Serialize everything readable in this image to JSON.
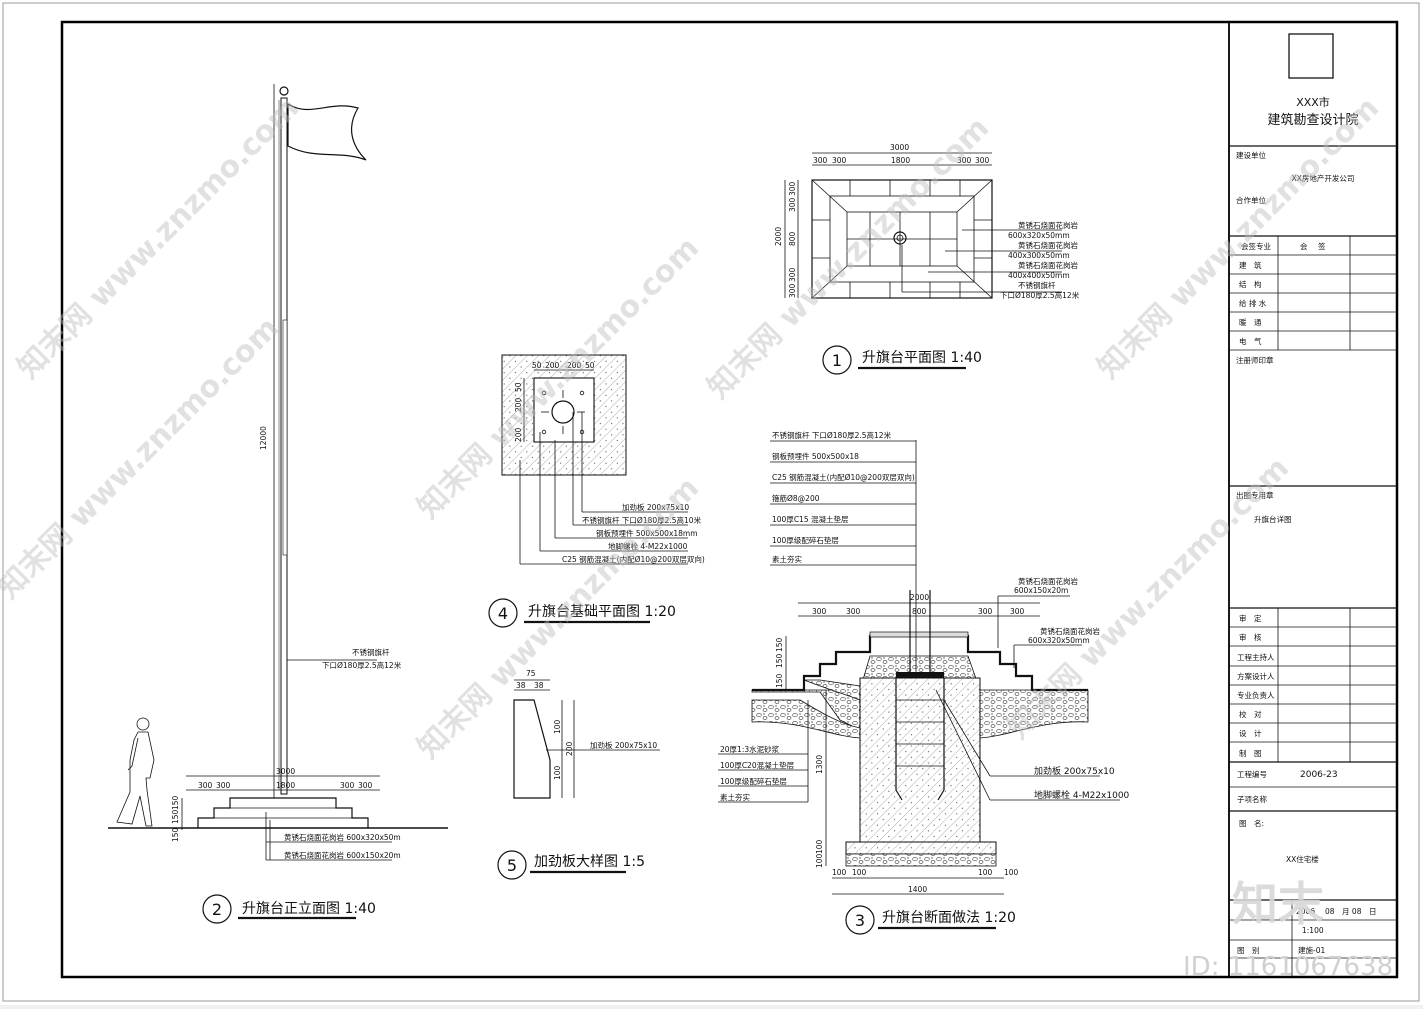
{
  "institute": {
    "name_line1": "XXX市",
    "name_line2": "建筑勘查设计院"
  },
  "title_block": {
    "construction_unit_label": "建设单位",
    "construction_unit_value": "XX房地产开发公司",
    "cooperation_unit_label": "合作单位",
    "signoff_header": [
      "会签专业",
      "会",
      "签"
    ],
    "signoff_rows": [
      "建　筑",
      "结　构",
      "给 排 水",
      "暖　通",
      "电　气"
    ],
    "registered_stamp": "注册师印章",
    "drawing_stamp_label": "出图专用章",
    "drawing_stamp_value": "升旗台详图",
    "approval_rows": [
      "审　定",
      "审　核",
      "工程主持人",
      "方案设计人",
      "专业负责人",
      "校　对",
      "设　计",
      "制　图"
    ],
    "project_no_label": "工程编号",
    "project_no_value": "2006-23",
    "subitem_label": "子项名称",
    "drawing_name_label": "图　名:",
    "drawing_name_value": "XX住宅楼",
    "date_value": "2006",
    "date_rest": "08　月 08　日",
    "scale_value": "1:100",
    "sheet_no_label": "图　别",
    "sheet_no_value": "建施-01"
  },
  "watermark": {
    "text": "知末网 www.znzmo.com",
    "logo": "知末",
    "id": "ID: 1161067638"
  },
  "view1": {
    "num": "1",
    "title": "升旗台平面图 1:40",
    "dims_top": [
      "3000",
      "300",
      "300",
      "1800",
      "300",
      "300"
    ],
    "dims_left": [
      "2000",
      "300",
      "300",
      "800",
      "300",
      "300"
    ],
    "notes": [
      "黄锈石烧面花岗岩",
      "600x320x50mm",
      "黄锈石烧面花岗岩",
      "400x300x50mm",
      "黄锈石烧面花岗岩",
      "400x400x50mm",
      "不锈钢旗杆",
      "下口Ø180厚2.5高12米"
    ]
  },
  "view2": {
    "num": "2",
    "title": "升旗台正立面图 1:40",
    "height": "12000",
    "pole_note": [
      "不锈钢旗杆",
      "下口Ø180厚2.5高12米"
    ],
    "dims": [
      "3000",
      "300",
      "300",
      "1800",
      "300",
      "300"
    ],
    "step_dims": [
      "150",
      "150",
      "150"
    ],
    "notes": [
      "黄锈石烧面花岗岩 600x320x50m",
      "黄锈石烧面花岗岩 600x150x20m"
    ]
  },
  "view3": {
    "num": "3",
    "title": "升旗台断面做法 1:20",
    "layers_top": [
      "不锈钢旗杆 下口Ø180厚2.5高12米",
      "钢板预埋件 500x500x18",
      "C25 钢筋混凝土(内配Ø10@200双层双向)",
      "箍筋Ø8@200",
      "100厚C15 混凝土垫层",
      "100厚级配碎石垫层",
      "素土夯实"
    ],
    "layers_bottom": [
      "20厚1:3水泥砂浆",
      "100厚C20混凝土垫层",
      "100厚级配碎石垫层",
      "素土夯实"
    ],
    "dims_top": [
      "2000",
      "300",
      "300",
      "800",
      "300",
      "300"
    ],
    "dims_left": [
      "150",
      "150",
      "150",
      "1300",
      "100",
      "100"
    ],
    "dims_bottom": [
      "1400",
      "100",
      "100",
      "100",
      "100"
    ],
    "right_notes": [
      "黄锈石烧面花岗岩",
      "600x150x20m",
      "黄锈石烧面花岗岩",
      "600x320x50mm",
      "加劲板 200x75x10",
      "地脚螺栓 4-M22x1000"
    ]
  },
  "view4": {
    "num": "4",
    "title": "升旗台基础平面图 1:20",
    "dims": [
      "50",
      "200",
      "200",
      "50"
    ],
    "notes": [
      "加劲板 200x75x10",
      "不锈钢旗杆 下口Ø180厚2.5高10米",
      "钢板预埋件 500x500x18mm",
      "地脚螺栓 4-M22x1000",
      "C25 钢筋混凝土(内配Ø10@200双层双向)"
    ]
  },
  "view5": {
    "num": "5",
    "title": "加劲板大样图 1:5",
    "dims": [
      "75",
      "38",
      "38",
      "100",
      "100",
      "200"
    ],
    "note": "加劲板 200x75x10"
  }
}
